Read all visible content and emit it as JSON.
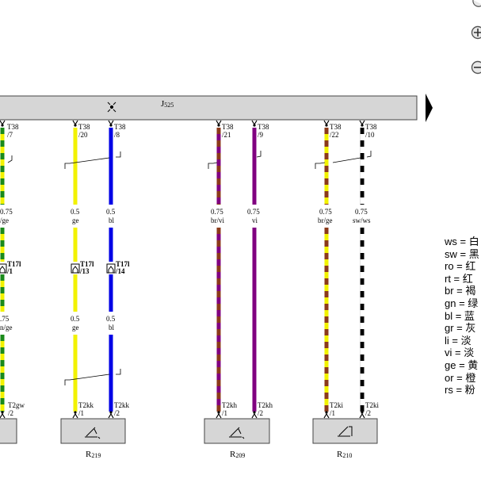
{
  "module": {
    "name": "J",
    "sub": "525"
  },
  "wires": [
    {
      "id": "w0",
      "pin_top": "T38",
      "pin_top_no": "/7",
      "gauge_top": "0.75",
      "color_top": "/ge",
      "mid_conn": "T17l",
      "mid_pin": "/1",
      "gauge_bottom": ".75",
      "color_bottom": "n/ge",
      "end_conn": "T2gw",
      "end_pin": "/2",
      "colors": [
        "#1a8a1a",
        "#f2f200"
      ]
    },
    {
      "id": "w1",
      "pin_top": "T38",
      "pin_top_no": "/20",
      "gauge_top": "0.5",
      "color_top": "ge",
      "mid_conn": "T17l",
      "mid_pin": "/13",
      "gauge_bottom": "0.5",
      "color_bottom": "ge",
      "end_conn": "T2kk",
      "end_pin": "/1",
      "colors": [
        "#f2f200"
      ]
    },
    {
      "id": "w2",
      "pin_top": "T38",
      "pin_top_no": "/8",
      "gauge_top": "0.5",
      "color_top": "bl",
      "mid_conn": "T17l",
      "mid_pin": "/14",
      "gauge_bottom": "0.5",
      "color_bottom": "bl",
      "end_conn": "T2kk",
      "end_pin": "/2",
      "colors": [
        "#0000e6"
      ]
    },
    {
      "id": "w3",
      "pin_top": "T38",
      "pin_top_no": "/21",
      "gauge_top": "0.75",
      "color_top": "br/vi",
      "end_conn": "T2kh",
      "end_pin": "/1",
      "colors": [
        "#8b3a1a",
        "#800080"
      ]
    },
    {
      "id": "w4",
      "pin_top": "T38",
      "pin_top_no": "/9",
      "gauge_top": "0.75",
      "color_top": "vi",
      "end_conn": "T2kh",
      "end_pin": "/2",
      "colors": [
        "#800080"
      ]
    },
    {
      "id": "w5",
      "pin_top": "T38",
      "pin_top_no": "/22",
      "gauge_top": "0.75",
      "color_top": "br/ge",
      "end_conn": "T2ki",
      "end_pin": "/1",
      "colors": [
        "#8b3a1a",
        "#f2f200"
      ]
    },
    {
      "id": "w6",
      "pin_top": "T38",
      "pin_top_no": "/10",
      "gauge_top": "0.75",
      "color_top": "sw/ws",
      "end_conn": "T2ki",
      "end_pin": "/2",
      "colors": [
        "#000000",
        "#ffffff"
      ]
    }
  ],
  "components": [
    {
      "id": "r219",
      "name": "R",
      "sub": "219"
    },
    {
      "id": "r209",
      "name": "R",
      "sub": "209"
    },
    {
      "id": "r210",
      "name": "R",
      "sub": "210"
    }
  ],
  "legend": [
    {
      "code": "ws",
      "text": "ws = 白"
    },
    {
      "code": "sw",
      "text": "sw = 黑"
    },
    {
      "code": "ro",
      "text": "ro  = 红"
    },
    {
      "code": "rt",
      "text": "rt  = 红"
    },
    {
      "code": "br",
      "text": "br  = 褐"
    },
    {
      "code": "gn",
      "text": "gn = 绿"
    },
    {
      "code": "bl",
      "text": "bl  = 蓝"
    },
    {
      "code": "gr",
      "text": "gr  = 灰"
    },
    {
      "code": "li",
      "text": "li   = 淡"
    },
    {
      "code": "vi",
      "text": "vi   = 淡"
    },
    {
      "code": "ge",
      "text": "ge  = 黄"
    },
    {
      "code": "or",
      "text": "or  = 橙"
    },
    {
      "code": "rs",
      "text": "rs  = 粉"
    }
  ],
  "icons": {
    "right_edge": [
      "zoom-in-icon",
      "zoom-in-icon",
      "zoom-out-icon"
    ],
    "module_symbol": "radio-waves-icon",
    "page_arrow": "arrow-right-icon"
  }
}
